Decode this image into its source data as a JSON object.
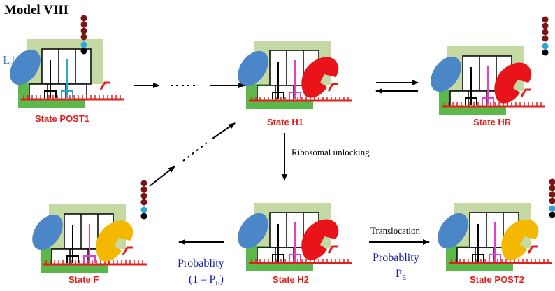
{
  "title": "Model VIII",
  "l1_label": "L1",
  "states": {
    "post1": "State POST1",
    "h1": "State H1",
    "hr": "State HR",
    "h2": "State H2",
    "f": "State F",
    "post2": "State POST2"
  },
  "transitions": {
    "unlocking": "Ribosomal unlocking",
    "translocation": "Translocation",
    "probability_word": "Probablity",
    "pe_base": "P",
    "pe_sub": "E",
    "one_minus_prefix": "(1 – P",
    "one_minus_suffix": ")"
  },
  "colors": {
    "ribosome_small": "#5cb84a",
    "ribosome_large": "#c5d9a4",
    "mrna": "#e0201c",
    "l1_stalk": "#4a86c8",
    "ef_g": "#e8141a",
    "ef_g_alt": "#f5b800",
    "peptide": "#7a1414",
    "link_bead": "#2aa6d8",
    "trna_pink": "#e040c8",
    "trna_blue": "#2aa6d8",
    "state_label": "#e0201c",
    "probability_text": "#1a1aa8"
  }
}
